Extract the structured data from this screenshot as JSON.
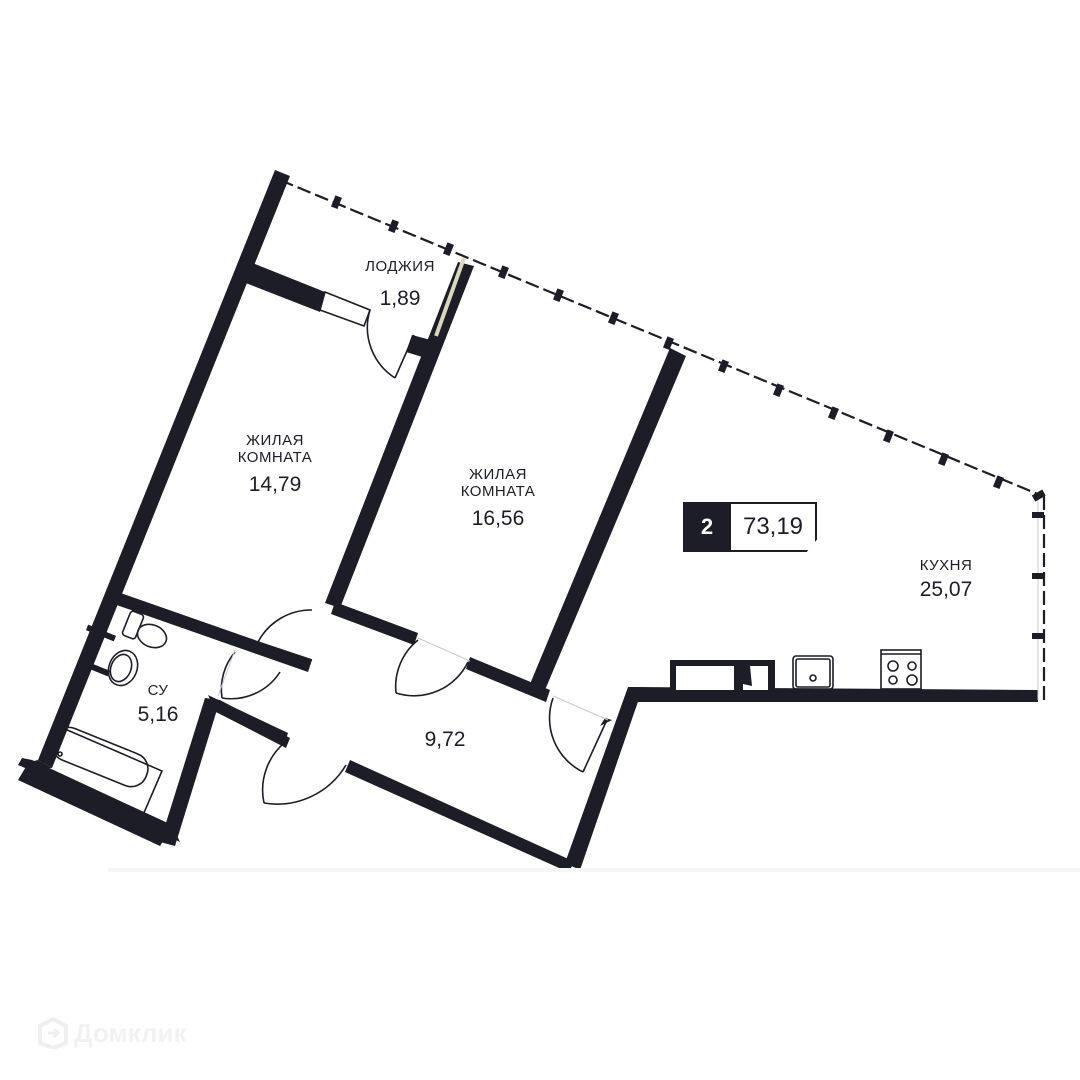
{
  "floor_plan": {
    "rooms": [
      {
        "id": "loggia",
        "name": "ЛОДЖИЯ",
        "area": "1,89"
      },
      {
        "id": "living_room_1",
        "name_line1": "ЖИЛАЯ",
        "name_line2": "КОМНАТА",
        "area": "14,79"
      },
      {
        "id": "living_room_2",
        "name_line1": "ЖИЛАЯ",
        "name_line2": "КОМНАТА",
        "area": "16,56"
      },
      {
        "id": "kitchen",
        "name": "КУХНЯ",
        "area": "25,07"
      },
      {
        "id": "bathroom",
        "name": "СУ",
        "area": "5,16"
      },
      {
        "id": "hallway",
        "name": "",
        "area": "9,72"
      }
    ],
    "summary_badge": {
      "rooms_count": "2",
      "total_area": "73,19"
    },
    "colors": {
      "wall": "#1c1d26",
      "background": "#ffffff",
      "watermark": "#f2f2f2"
    }
  },
  "watermark": {
    "brand": "Домклик",
    "icon": "house-arrow-icon"
  }
}
